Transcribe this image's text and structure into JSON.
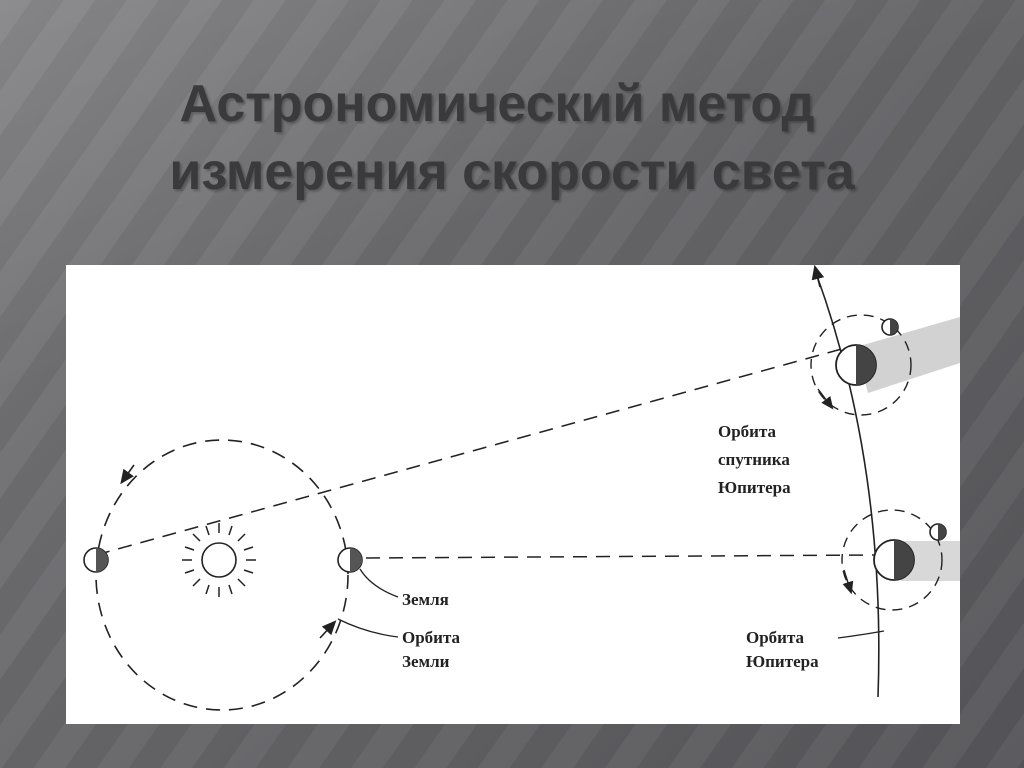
{
  "slide": {
    "title_line1": "Астрономический метод",
    "title_line2": "измерения скорости света"
  },
  "diagram": {
    "labels": {
      "earth": "Земля",
      "earth_orbit_line1": "Орбита",
      "earth_orbit_line2": "Земли",
      "satellite_orbit_line1": "Орбита",
      "satellite_orbit_line2": "спутника",
      "satellite_orbit_line3": "Юпитера",
      "jupiter_orbit_line1": "Орбита",
      "jupiter_orbit_line2": "Юпитера"
    }
  }
}
